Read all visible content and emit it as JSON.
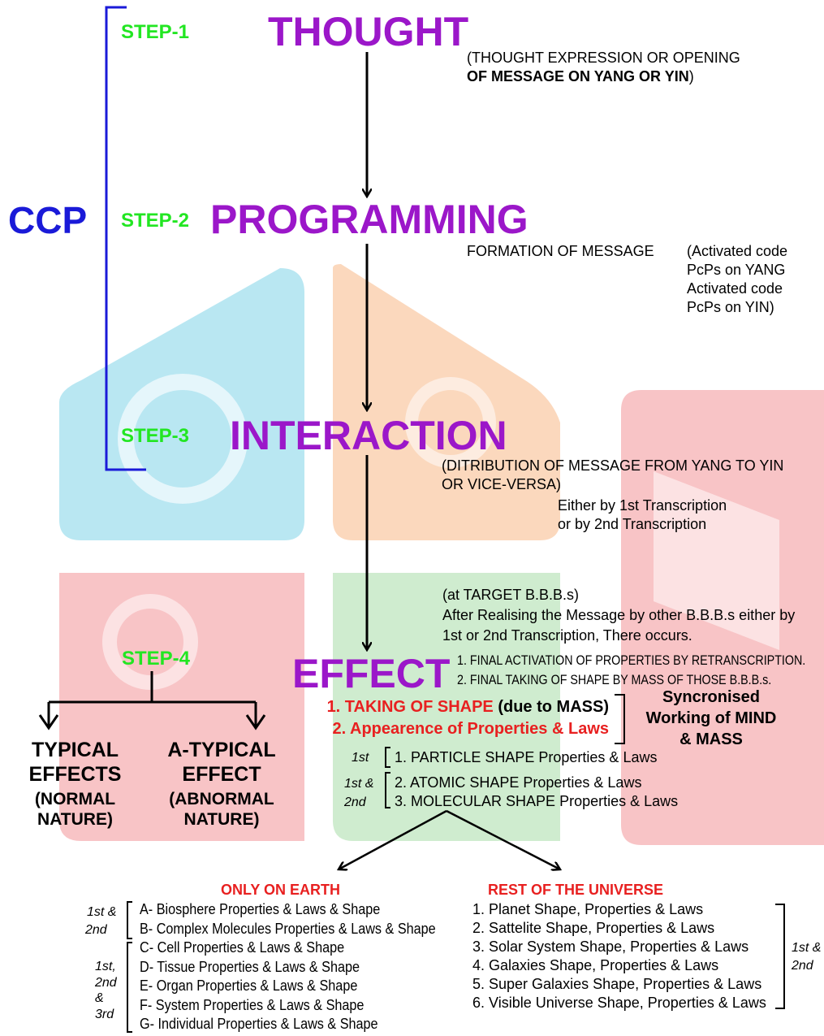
{
  "colors": {
    "title": "#9b17c9",
    "step": "#22e622",
    "ccp": "#1a1ad8",
    "red": "#e82020",
    "watermark_blue": "#b9e7f2",
    "watermark_orange": "#fbd8bd",
    "watermark_red": "#f8c4c6",
    "watermark_green": "#cfeccf"
  },
  "bracket": {
    "label": "CCP"
  },
  "steps": {
    "s1": "STEP-1",
    "s2": "STEP-2",
    "s3": "STEP-3",
    "s4": "STEP-4"
  },
  "titles": {
    "thought": "THOUGHT",
    "programming": "PROGRAMMING",
    "interaction": "INTERACTION",
    "effect": "EFFECT"
  },
  "thought_note": {
    "line1": "(THOUGHT EXPRESSION OR OPENING",
    "line2_bold": "OF MESSAGE ON YANG OR YIN",
    "line2_end": ")"
  },
  "programming_note": {
    "label": "FORMATION OF MESSAGE",
    "lines": [
      "(Activated code",
      "PcPs on YANG",
      "Activated code",
      "PcPs on YIN)"
    ]
  },
  "interaction_note": {
    "line1": "(DITRIBUTION OF MESSAGE FROM YANG TO YIN",
    "line2": "OR VICE-VERSA)",
    "line3": "Either by 1st Transcription",
    "line4": "or by 2nd Transcription"
  },
  "target_note": {
    "line1": "(at TARGET B.B.B.s)",
    "line2": "After Realising the Message by other B.B.B.s either by",
    "line3": "1st or 2nd Transcription, There occurs.",
    "item1": "1. FINAL ACTIVATION OF PROPERTIES BY RETRANSCRIPTION.",
    "item2": "2. FINAL TAKING OF SHAPE BY MASS OF THOSE B.B.B.s."
  },
  "effect_points": {
    "p1_red": "1. TAKING OF SHAPE",
    "p1_black": " (due to MASS)",
    "p2_red": "2. Appearence of Properties & Laws",
    "sync": [
      "Syncronised",
      "Working of MIND",
      "& MASS"
    ]
  },
  "effects": {
    "typical": [
      "TYPICAL",
      "EFFECTS"
    ],
    "typical_nature": [
      "(NORMAL",
      "NATURE)"
    ],
    "atypical": [
      "A-TYPICAL",
      "EFFECT"
    ],
    "atypical_nature": [
      "(ABNORMAL",
      "NATURE)"
    ]
  },
  "shapes": {
    "tag1": "1st",
    "item1": "1. PARTICLE SHAPE Properties & Laws",
    "tag2a": "1st &",
    "tag2b": "2nd",
    "item2": "2. ATOMIC SHAPE Properties & Laws",
    "item3": "3. MOLECULAR SHAPE Properties & Laws"
  },
  "earth": {
    "heading": "ONLY ON EARTH",
    "tagA1": "1st &",
    "tagA2": "2nd",
    "tagB1": "1st,",
    "tagB2": "2nd",
    "tagB3": "&",
    "tagB4": "3rd",
    "items": [
      "A- Biosphere Properties & Laws & Shape",
      "B- Complex Molecules Properties & Laws & Shape",
      "C- Cell Properties & Laws & Shape",
      "D- Tissue Properties & Laws & Shape",
      "E- Organ Properties & Laws & Shape",
      "F- System Properties & Laws & Shape",
      "G- Individual Properties & Laws & Shape"
    ]
  },
  "universe": {
    "heading": "REST OF THE UNIVERSE",
    "tag1": "1st &",
    "tag2": "2nd",
    "items": [
      "1. Planet Shape, Properties & Laws",
      "2. Sattelite Shape, Properties & Laws",
      "3. Solar System Shape, Properties & Laws",
      "4. Galaxies Shape, Properties & Laws",
      "5. Super Galaxies Shape, Properties & Laws",
      "6. Visible Universe Shape, Properties & Laws"
    ]
  }
}
